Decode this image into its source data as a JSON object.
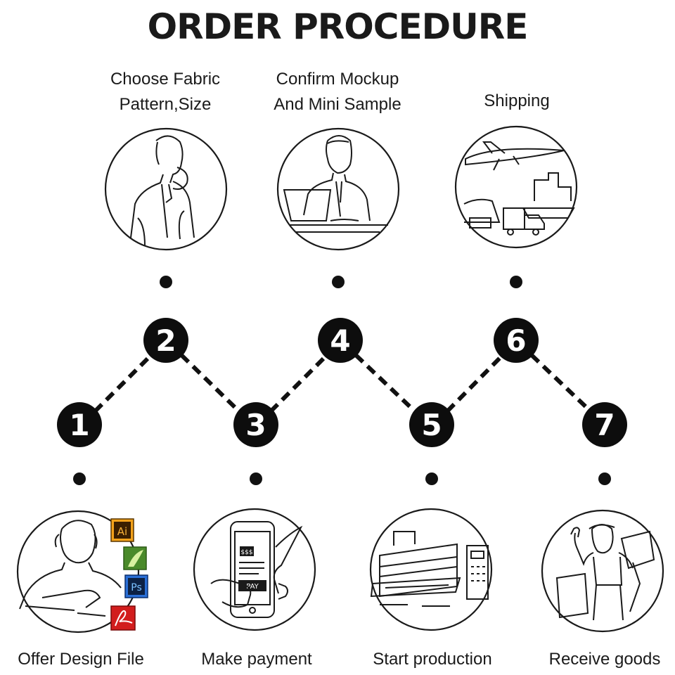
{
  "title": "ORDER PROCEDURE",
  "steps": [
    {
      "number": "1",
      "label": "Offer Design File",
      "icon": "designer-with-software-icons-icon"
    },
    {
      "number": "2",
      "label": "Choose Fabric\nPattern,Size",
      "icon": "thinking-man-icon"
    },
    {
      "number": "3",
      "label": "Make payment",
      "icon": "phone-payment-icon"
    },
    {
      "number": "4",
      "label": "Confirm Mockup\nAnd Mini Sample",
      "icon": "man-at-laptop-icon"
    },
    {
      "number": "5",
      "label": "Start production",
      "icon": "heat-press-machine-icon"
    },
    {
      "number": "6",
      "label": "Shipping",
      "icon": "airplane-truck-ship-icon"
    },
    {
      "number": "7",
      "label": "Receive goods",
      "icon": "delivery-man-icon"
    }
  ],
  "software_badges": [
    "Ai",
    "Ps"
  ],
  "payment_text": {
    "amount": "$$$",
    "button": "PAY"
  }
}
